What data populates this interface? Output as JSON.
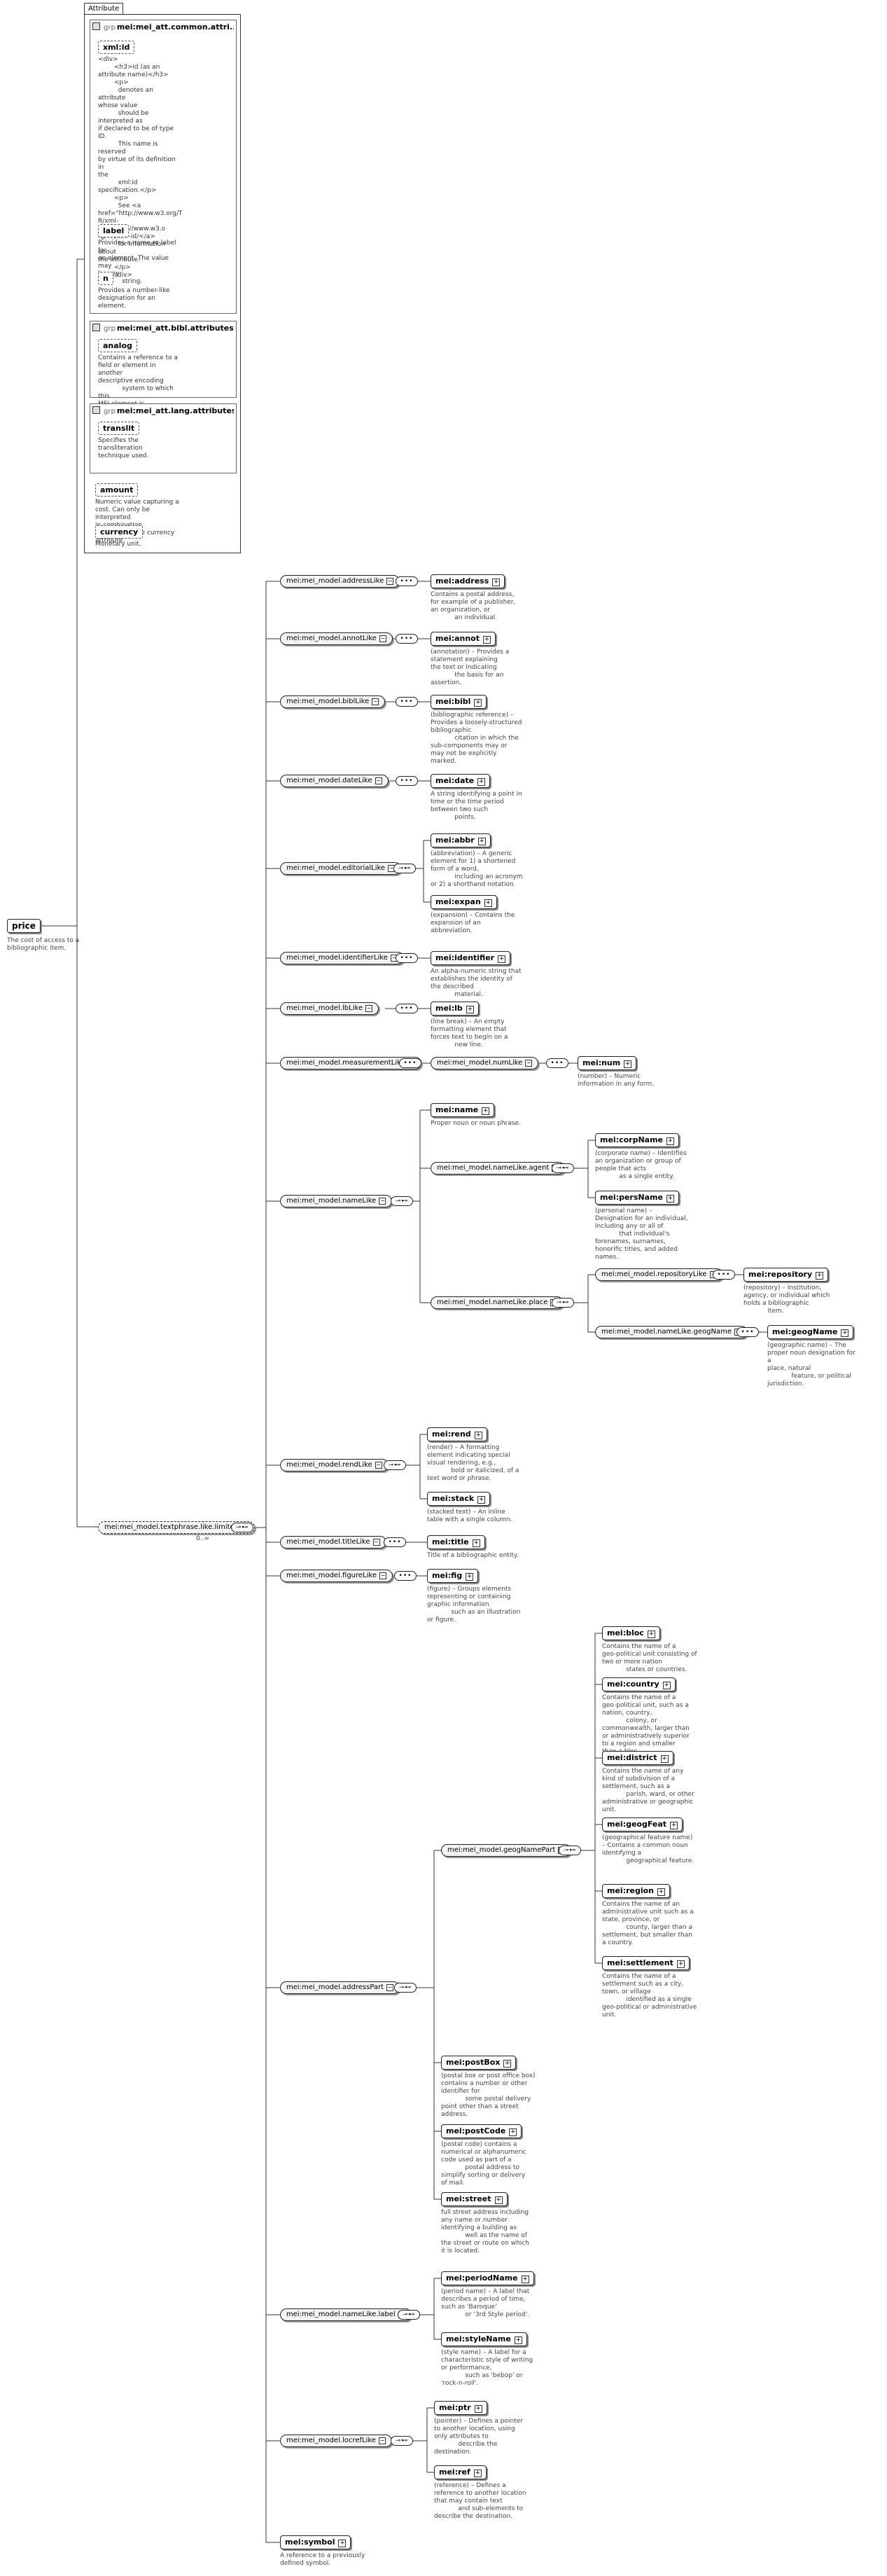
{
  "attribute_panel": {
    "tab": "Attribute",
    "common_group": {
      "kind": "grp",
      "name": "mei:mei_att.common.attri...",
      "attributes": [
        {
          "name": "xml:id",
          "doc": "<div>\n        <h3>id (as an\nattribute name)</h3>\n        <p>\n          denotes an attribute\nwhose value\n          should be interpreted as\nif declared to be of type ID.\n          This name is reserved\nby virtue of its definition in\nthe\n          xml:id\nspecification.</p>\n        <p>\n          See <a\nhref=\"http://www.w3.org/T\nR/xml-id/\">http://www.w3.o\nrg/TR/xml-id/</a>\n          for information about\nthe attribute.\n        </p>\n      </div>"
        },
        {
          "name": "label",
          "doc": "Provides a name or label for\nan element. The value may\nbe any\n            string."
        },
        {
          "name": "n",
          "doc": "Provides a number-like\ndesignation for an element."
        }
      ]
    },
    "bibl_group": {
      "kind": "grp",
      "name": "mei:mei_att.bibl.attributes",
      "attributes": [
        {
          "name": "analog",
          "doc": "Contains a reference to a\nfield or element in another\ndescriptive encoding\n            system to which this\nMEI element is comparable."
        }
      ]
    },
    "lang_group": {
      "kind": "grp",
      "name": "mei:mei_att.lang.attributes",
      "attributes": [
        {
          "name": "translit",
          "doc": "Specifies the transliteration\ntechnique used."
        }
      ]
    },
    "amount": {
      "name": "amount",
      "doc": "Numeric value capturing a\ncost. Can only be interpreted\nin combination\n            with the currency\nattribute."
    },
    "currency": {
      "name": "currency",
      "doc": "Monetary unit."
    }
  },
  "root": {
    "name": "price",
    "doc": "The cost of access to a\nbibliographic item."
  },
  "choice_group": {
    "name": "mei:mei_model.textphrase.like.limited",
    "occurrence": "0..∞"
  },
  "groups": [
    {
      "id": "addressLike",
      "name": "mei:mei_model.addressLike",
      "children": [
        {
          "name": "mei:address",
          "doc": "Contains a postal address,\nfor example of a publisher,\nan organization, or\n            an individual."
        }
      ]
    },
    {
      "id": "annotLike",
      "name": "mei:mei_model.annotLike",
      "children": [
        {
          "name": "mei:annot",
          "doc": "(annotation) – Provides a\nstatement explaining\nthe text or indicating\n            the basis for an\nassertion."
        }
      ]
    },
    {
      "id": "biblLike",
      "name": "mei:mei_model.biblLike",
      "children": [
        {
          "name": "mei:bibl",
          "doc": "(bibliographic reference) –\nProvides a loosely-structured\nbibliographic\n            citation in which the\nsub-components may or\nmay not be explicitly\nmarked."
        }
      ]
    },
    {
      "id": "dateLike",
      "name": "mei:mei_model.dateLike",
      "children": [
        {
          "name": "mei:date",
          "doc": "A string identifying a point in\ntime or the time period\nbetween two such\n            points."
        }
      ]
    },
    {
      "id": "editorialLike",
      "name": "mei:mei_model.editorialLike",
      "children": [
        {
          "name": "mei:abbr",
          "doc": "(abbreviation) – A generic\nelement for 1) a shortened\nform of a word,\n            including an acronym\nor 2) a shorthand notation."
        },
        {
          "name": "mei:expan",
          "doc": "(expansion) – Contains the\nexpansion of an\nabbreviation."
        }
      ]
    },
    {
      "id": "identifierLike",
      "name": "mei:mei_model.identifierLike",
      "children": [
        {
          "name": "mei:identifier",
          "doc": "An alpha-numeric string that\nestablishes the identity of\nthe described\n            material."
        }
      ]
    },
    {
      "id": "lbLike",
      "name": "mei:mei_model.lbLike",
      "children": [
        {
          "name": "mei:lb",
          "doc": "(line break) – An empty\nformatting element that\nforces text to begin on a\n            new line."
        }
      ]
    },
    {
      "id": "measurementLike",
      "name": "mei:mei_model.measurementLike",
      "sub": "mei:mei_model.numLike",
      "children": [
        {
          "name": "mei:num",
          "doc": "(number) – Numeric\ninformation in any form."
        }
      ]
    },
    {
      "id": "nameLike",
      "name": "mei:mei_model.nameLike",
      "children": [
        {
          "name": "mei:name",
          "doc": "Proper noun or noun phrase."
        }
      ],
      "agent": {
        "name": "mei:mei_model.nameLike.agent",
        "children": [
          {
            "name": "mei:corpName",
            "doc": "(corporate name) – Identifies\nan organization or group of\npeople that acts\n            as a single entity."
          },
          {
            "name": "mei:persName",
            "doc": "(personal name) –\nDesignation for an individual,\nincluding any or all of\n            that individual's\nforenames, surnames,\nhonorific titles, and added\nnames."
          }
        ]
      },
      "place": {
        "name": "mei:mei_model.nameLike.place",
        "repository": {
          "name": "mei:mei_model.repositoryLike",
          "child": {
            "name": "mei:repository",
            "doc": "(repository) – Institution,\nagency, or individual which\nholds a bibliographic\n            item."
          }
        },
        "geogName": {
          "name": "mei:mei_model.nameLike.geogName",
          "child": {
            "name": "mei:geogName",
            "doc": "(geographic name) – The\nproper noun designation for a\nplace, natural\n            feature, or political\njurisdiction."
          }
        }
      }
    },
    {
      "id": "rendLike",
      "name": "mei:mei_model.rendLike",
      "children": [
        {
          "name": "mei:rend",
          "doc": "(render) – A formatting\nelement indicating special\nvisual rendering, e.g.,\n            bold or italicized, of a\ntext word or phrase."
        },
        {
          "name": "mei:stack",
          "doc": "(stacked text) – An inline\ntable with a single column."
        }
      ]
    },
    {
      "id": "titleLike",
      "name": "mei:mei_model.titleLike",
      "children": [
        {
          "name": "mei:title",
          "doc": "Title of a bibliographic entity."
        }
      ]
    },
    {
      "id": "figureLike",
      "name": "mei:mei_model.figureLike",
      "children": [
        {
          "name": "mei:fig",
          "doc": "(figure) – Groups elements\nrepresenting or containing\ngraphic information\n            such as an illustration\nor figure."
        }
      ]
    },
    {
      "id": "addressPart",
      "name": "mei:mei_model.addressPart",
      "geogNamePart": {
        "name": "mei:mei_model.geogNamePart",
        "children": [
          {
            "name": "mei:bloc",
            "doc": "Contains the name of a\ngeo-political unit consisting of\ntwo or more nation\n            states or countries."
          },
          {
            "name": "mei:country",
            "doc": "Contains the name of a\ngeo-political unit, such as a\nnation, country,\n            colony, or\ncommonwealth, larger than\nor administratively superior\nto a region and smaller\nthan a bloc."
          },
          {
            "name": "mei:district",
            "doc": "Contains the name of any\nkind of subdivision of a\nsettlement, such as a\n            parish, ward, or other\nadministrative or geographic\nunit."
          },
          {
            "name": "mei:geogFeat",
            "doc": "(geographical feature name)\n– Contains a common noun\nidentifying a\n            geographical feature."
          },
          {
            "name": "mei:region",
            "doc": "Contains the name of an\nadministrative unit such as a\nstate, province, or\n            county, larger than a\nsettlement, but smaller than\na country."
          },
          {
            "name": "mei:settlement",
            "doc": "Contains the name of a\nsettlement such as a city,\ntown, or village\n            identified as a single\ngeo-political or administrative\nunit."
          }
        ]
      },
      "children": [
        {
          "name": "mei:postBox",
          "doc": "(postal box or post office box)\ncontains a number or other\nidentifier for\n            some postal delivery\npoint other than a street\naddress."
        },
        {
          "name": "mei:postCode",
          "doc": "(postal code) contains a\nnumerical or alphanumeric\ncode used as part of a\n            postal address to\nsimplify sorting or delivery\nof mail."
        },
        {
          "name": "mei:street",
          "doc": "full street address including\nany name or number\nidentifying a building as\n            well as the name of\nthe street or route on which\nit is located."
        }
      ]
    },
    {
      "id": "labelLike",
      "name": "mei:mei_model.nameLike.label",
      "children": [
        {
          "name": "mei:periodName",
          "doc": "(period name) – A label that\ndescribes a period of time,\nsuch as 'Baroque'\n            or '3rd Style period'."
        },
        {
          "name": "mei:styleName",
          "doc": "(style name) – A label for a\ncharacteristic style of writing\nor performance,\n            such as 'bebop' or\n'rock-n-roll'."
        }
      ]
    },
    {
      "id": "lbRefLike",
      "name": "mei:mei_model.locrefLike",
      "children": [
        {
          "name": "mei:ptr",
          "doc": "(pointer) – Defines a pointer\nto another location, using\nonly attributes to\n            describe the\ndestination."
        },
        {
          "name": "mei:ref",
          "doc": "(reference) – Defines a\nreference to another location\nthat may contain text\n            and sub-elements to\ndescribe the destination."
        }
      ]
    },
    {
      "id": "symbol",
      "element": {
        "name": "mei:symbol",
        "doc": "A reference to a previously\ndefined symbol."
      }
    }
  ],
  "symbols": {
    "sequence": "•••",
    "choice": "⊸⊷",
    "plus": "+",
    "minus": "−"
  }
}
